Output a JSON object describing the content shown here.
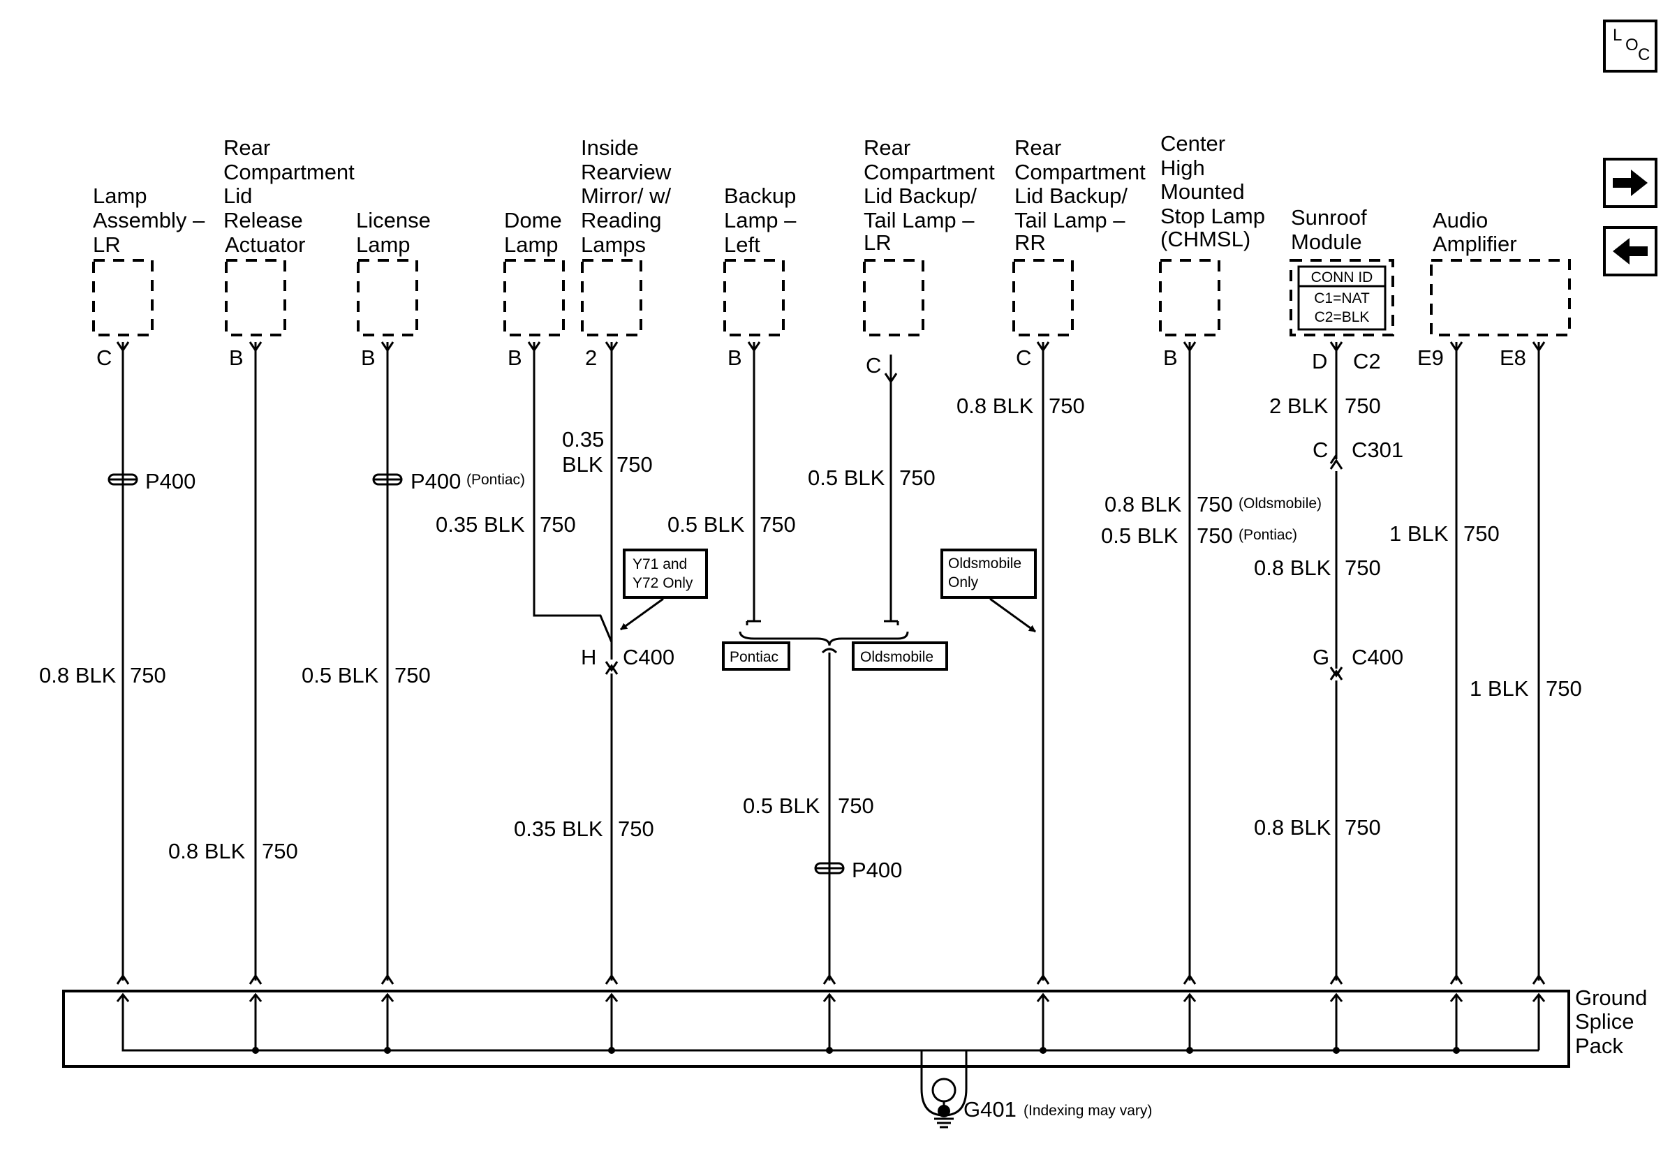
{
  "nav": {
    "loc_L": "L",
    "loc_O": "O",
    "loc_C": "C"
  },
  "components": {
    "lamp_lr": [
      "Lamp",
      "Assembly –",
      "LR"
    ],
    "rear_lid_actuator": [
      "Rear",
      "Compartment",
      "Lid",
      "Release",
      "Actuator"
    ],
    "license_lamp": [
      "License",
      "Lamp"
    ],
    "dome_lamp": [
      "Dome",
      "Lamp"
    ],
    "mirror": [
      "Inside",
      "Rearview",
      "Mirror/ w/",
      "Reading",
      "Lamps"
    ],
    "backup_left": [
      "Backup",
      "Lamp –",
      "Left"
    ],
    "lid_tail_lr": [
      "Rear",
      "Compartment",
      "Lid Backup/",
      "Tail Lamp –",
      "LR"
    ],
    "lid_tail_rr": [
      "Rear",
      "Compartment",
      "Lid Backup/",
      "Tail Lamp –",
      "RR"
    ],
    "chmsl": [
      "Center",
      "High",
      "Mounted",
      "Stop Lamp",
      "(CHMSL)"
    ],
    "sunroof": [
      "Sunroof",
      "Module"
    ],
    "audio": [
      "Audio",
      "Amplifier"
    ],
    "ground_pack": [
      "Ground",
      "Splice",
      "Pack"
    ]
  },
  "conn_id": {
    "title": "CONN ID",
    "c1": "C1=NAT",
    "c2": "C2=BLK"
  },
  "pins": {
    "lamp_lr": "C",
    "actuator": "B",
    "license": "B",
    "dome": "B",
    "mirror": "2",
    "backup": "B",
    "tail_lr": "C",
    "tail_rr": "C",
    "chmsl": "B",
    "sunroof_d": "D",
    "sunroof_c2": "C2",
    "audio_e9": "E9",
    "audio_e8": "E8"
  },
  "connectors": {
    "p400_a": "P400",
    "p400_b": "P400",
    "p400_b_note": "(Pontiac)",
    "p400_c": "P400",
    "c400_pin_h": "H",
    "c400_a": "C400",
    "c301_pin": "C",
    "c301": "C301",
    "c400_pin_g": "G",
    "c400_b": "C400",
    "ground": "G401",
    "ground_note": "(Indexing may vary)"
  },
  "wires": {
    "lamp_lr": [
      "0.8 BLK",
      "750"
    ],
    "actuator": [
      "0.8 BLK",
      "750"
    ],
    "license": [
      "0.5 BLK",
      "750"
    ],
    "mirror_upper_a": "0.35",
    "mirror_upper_b": [
      "BLK",
      "750"
    ],
    "dome": [
      "0.35 BLK",
      "750"
    ],
    "mirror_lower": [
      "0.35 BLK",
      "750"
    ],
    "backup": [
      "0.5 BLK",
      "750"
    ],
    "tail_lr": [
      "0.5 BLK",
      "750"
    ],
    "merged": [
      "0.5 BLK",
      "750"
    ],
    "tail_rr": [
      "0.8 BLK",
      "750"
    ],
    "chmsl_olds": [
      "0.8 BLK",
      "750",
      "(Oldsmobile)"
    ],
    "chmsl_pont": [
      "0.5 BLK",
      "750",
      "(Pontiac)"
    ],
    "sunroof_top": [
      "2 BLK",
      "750"
    ],
    "sunroof_mid": [
      "0.8 BLK",
      "750"
    ],
    "sunroof_low": [
      "0.8 BLK",
      "750"
    ],
    "audio_e9": [
      "1 BLK",
      "750"
    ],
    "audio_e8": [
      "1 BLK",
      "750"
    ]
  },
  "notes": {
    "y71": [
      "Y71 and",
      "Y72 Only"
    ],
    "olds_only": [
      "Oldsmobile",
      "Only"
    ],
    "pontiac": "Pontiac",
    "oldsmobile": "Oldsmobile"
  }
}
